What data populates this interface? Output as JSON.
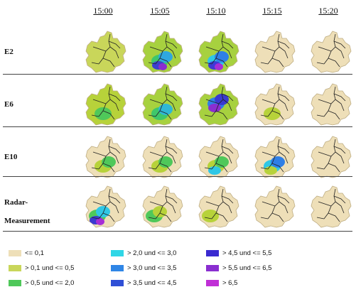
{
  "times": [
    "15:00",
    "15:05",
    "15:10",
    "15:15",
    "15:20"
  ],
  "rows": [
    {
      "label": "E2",
      "cells": [
        {
          "base": "#c9d65a",
          "blobs": []
        },
        {
          "base": "#a7d13f",
          "blobs": [
            "#3fc76b",
            "#2fa7e0",
            "#3a40d0",
            "#8a2ed0"
          ]
        },
        {
          "base": "#a7d13f",
          "blobs": [
            "#2fc7e6",
            "#2f7fe6",
            "#3f3ad6",
            "#a62fd6"
          ]
        },
        {
          "base": "#eedfb8",
          "blobs": []
        },
        {
          "base": "#eedfb8",
          "blobs": []
        }
      ]
    },
    {
      "label": "E6",
      "cells": [
        {
          "base": "#b7d23a",
          "blobs": [
            "#4fc85a"
          ]
        },
        {
          "base": "#a7d13f",
          "blobs": [
            "#3fc76b",
            "#2fb7d6"
          ]
        },
        {
          "base": "#a7d13f",
          "blobs": [
            "#2f7fe6",
            "#3a3ad0",
            "#8a2ed0"
          ]
        },
        {
          "base": "#eedfb8",
          "blobs": [
            "#b7d23a"
          ]
        },
        {
          "base": "#eedfb8",
          "blobs": []
        }
      ]
    },
    {
      "label": "E10",
      "cells": [
        {
          "base": "#eedfb8",
          "blobs": [
            "#b7d23a",
            "#4fc85a"
          ]
        },
        {
          "base": "#eedfb8",
          "blobs": [
            "#b7d23a",
            "#4fc85a"
          ]
        },
        {
          "base": "#eedfb8",
          "blobs": [
            "#b7d23a",
            "#4fc85a",
            "#2fc7e6"
          ]
        },
        {
          "base": "#eedfb8",
          "blobs": [
            "#2fc7e6",
            "#2f7fe6",
            "#b7d23a"
          ]
        },
        {
          "base": "#eedfb8",
          "blobs": []
        }
      ]
    },
    {
      "label": "Radar-\nMeasurement",
      "cells": [
        {
          "base": "#eedfb8",
          "blobs": [
            "#4fc85a",
            "#2fc7e6",
            "#3a3ad0",
            "#a62fd6"
          ]
        },
        {
          "base": "#eedfb8",
          "blobs": [
            "#4fc85a",
            "#b7d23a"
          ]
        },
        {
          "base": "#eedfb8",
          "blobs": [
            "#b7d23a"
          ]
        },
        {
          "base": "#eedfb8",
          "blobs": []
        },
        {
          "base": "#eedfb8",
          "blobs": []
        }
      ]
    }
  ],
  "legend": [
    {
      "label": "<= 0,1",
      "color": "#eedfb8"
    },
    {
      "label": "> 0,1 und <= 0,5",
      "color": "#c9d65a"
    },
    {
      "label": "> 0,5 und <= 2,0",
      "color": "#4fc85a"
    },
    {
      "label": "> 2,0 und <= 3,0",
      "color": "#2fd6e6"
    },
    {
      "label": "> 3,0 und <= 3,5",
      "color": "#2f86e6"
    },
    {
      "label": "> 3,5 und <= 4,5",
      "color": "#2f4fd6"
    },
    {
      "label": "> 4,5 und <= 5,5",
      "color": "#3a2ad0"
    },
    {
      "label": "> 5,5 und <= 6,5",
      "color": "#8a2ed0"
    },
    {
      "label": "> 6,5",
      "color": "#c02fd6"
    }
  ]
}
